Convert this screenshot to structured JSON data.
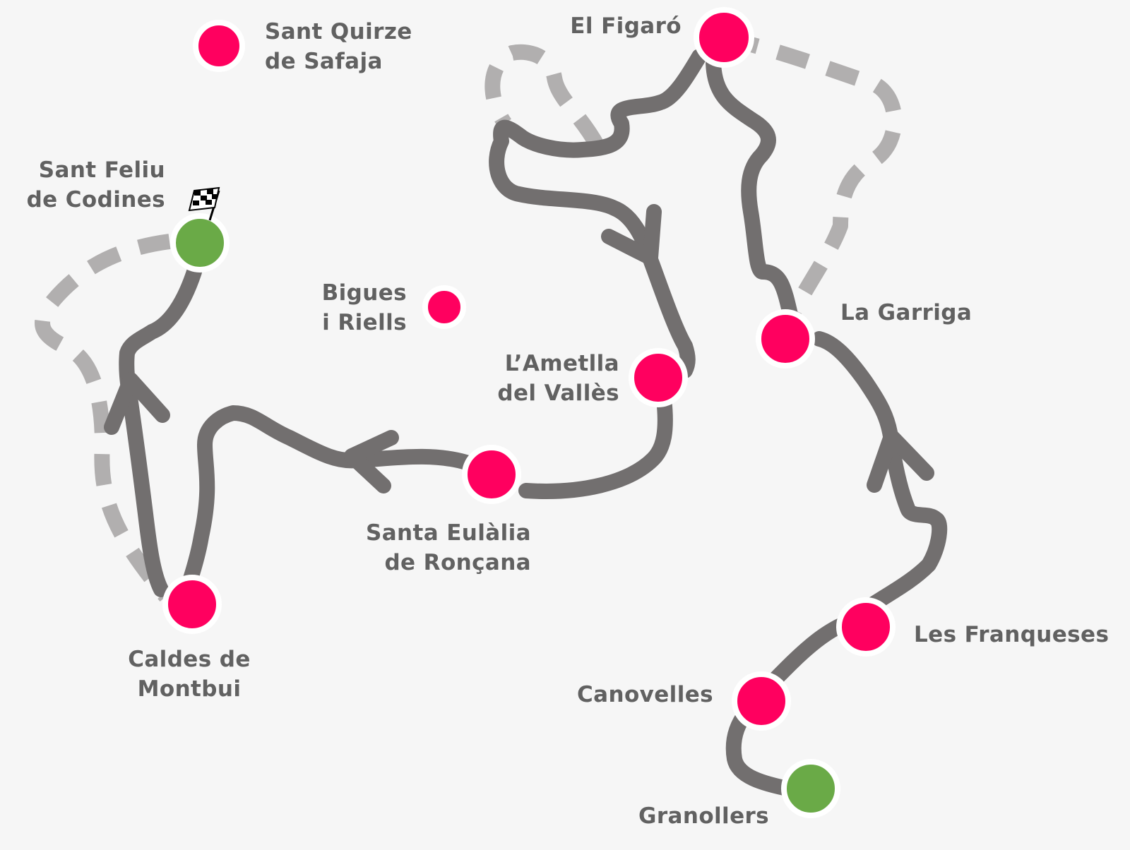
{
  "colors": {
    "background": "#f6f6f6",
    "route": "#726f6f",
    "alt_route": "#b1afaf",
    "stop": "#ff005f",
    "endpoint": "#6aaa47",
    "halo": "#ffffff",
    "label": "#616161"
  },
  "icons": {
    "finish": "checkered-flag-icon",
    "direction": "arrowhead-icon"
  },
  "places": {
    "sant_quirze": {
      "line1": "Sant Quirze",
      "line2": "de Safaja"
    },
    "el_figaro": {
      "line1": "El Figaró"
    },
    "sant_feliu": {
      "line1": "Sant Feliu",
      "line2": "de Codines"
    },
    "bigues": {
      "line1": "Bigues",
      "line2": "i Riells"
    },
    "la_garriga": {
      "line1": "La Garriga"
    },
    "lametlla": {
      "line1": "L’Ametlla",
      "line2": "del Vallès"
    },
    "santa_eulalia": {
      "line1": "Santa Eulàlia",
      "line2": "de Ronçana"
    },
    "caldes": {
      "line1": "Caldes de",
      "line2": "Montbui"
    },
    "les_franqueses": {
      "line1": "Les Franqueses"
    },
    "canovelles": {
      "line1": "Canovelles"
    },
    "granollers": {
      "line1": "Granollers"
    }
  }
}
